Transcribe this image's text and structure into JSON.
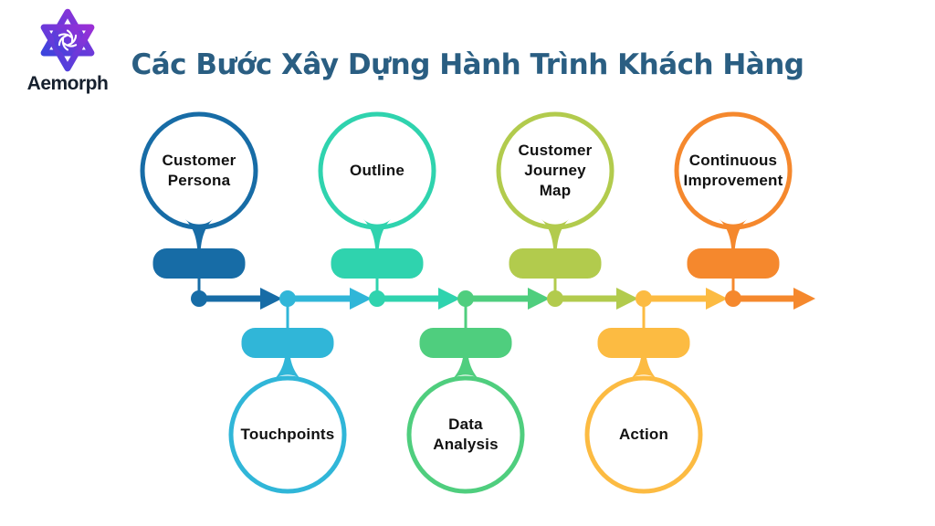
{
  "logo": {
    "brand": "Aemorph",
    "gradient_start": "#3d44dd",
    "gradient_end": "#9a2fd6",
    "text_color": "#16202e"
  },
  "title": {
    "text": "Các Bước Xây Dựng Hành Trình Khách Hàng",
    "color": "#2a5e82"
  },
  "diagram": {
    "type": "timeline-process",
    "label_color": "#111111",
    "steps": [
      {
        "label": "Customer\nPersona",
        "position": "top",
        "color": "#176ca6"
      },
      {
        "label": "Touchpoints",
        "position": "bottom",
        "color": "#30b6d8"
      },
      {
        "label": "Outline",
        "position": "top",
        "color": "#2fd3ae"
      },
      {
        "label": "Data\nAnalysis",
        "position": "bottom",
        "color": "#4fce7e"
      },
      {
        "label": "Customer\nJourney\nMap",
        "position": "top",
        "color": "#b2cb4d"
      },
      {
        "label": "Action",
        "position": "bottom",
        "color": "#fcbb42"
      },
      {
        "label": "Continuous\nImprovement",
        "position": "top",
        "color": "#f5882d"
      }
    ]
  }
}
